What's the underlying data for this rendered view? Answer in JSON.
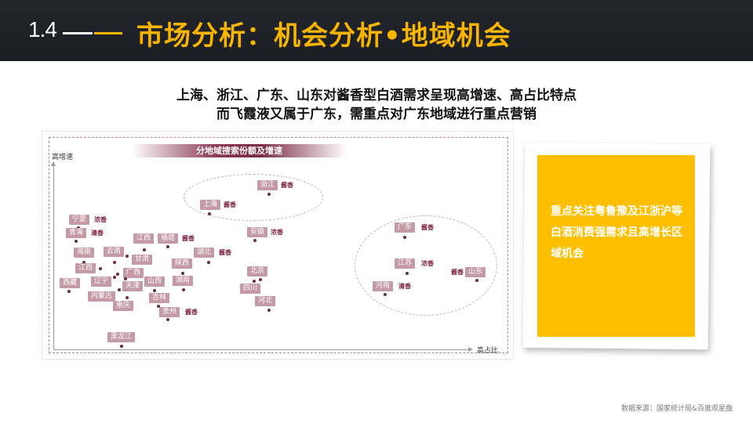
{
  "header": {
    "section_number": "1.4",
    "title": "市场分析：机会分析•地域机会",
    "accent_color": "#f7b500",
    "background_color": "#1f2128"
  },
  "subtitle": {
    "line1": "上海、浙江、广东、山东对酱香型白酒需求呈现高增速、高占比特点",
    "line2": "而飞霞液又属于广东，需重点对广东地域进行重点营销"
  },
  "chart": {
    "banner_title": "分地域搜索份额及增速",
    "y_axis_label": "高增速",
    "x_axis_label": "高占比"
  },
  "chart_data": {
    "type": "scatter",
    "title": "分地域搜索份额及增速",
    "xlabel": "高占比",
    "ylabel": "高增速",
    "grid": false,
    "points": [
      {
        "name": "浙江",
        "aroma": "酱香",
        "x": 0.52,
        "y": 0.83,
        "group": "highlight-top"
      },
      {
        "name": "上海",
        "aroma": "酱香",
        "x": 0.4,
        "y": 0.73,
        "group": "highlight-top"
      },
      {
        "name": "宁夏",
        "aroma": "浓香",
        "x": 0.07,
        "y": 0.65
      },
      {
        "name": "青海",
        "aroma": "清香",
        "x": 0.06,
        "y": 0.59
      },
      {
        "name": "江西",
        "aroma": "",
        "x": 0.21,
        "y": 0.53
      },
      {
        "name": "福建",
        "aroma": "酱香",
        "x": 0.26,
        "y": 0.56
      },
      {
        "name": "安徽",
        "aroma": "浓香",
        "x": 0.5,
        "y": 0.58
      },
      {
        "name": "海南",
        "aroma": "",
        "x": 0.08,
        "y": 0.49
      },
      {
        "name": "云南",
        "aroma": "",
        "x": 0.14,
        "y": 0.49
      },
      {
        "name": "甘肃",
        "aroma": "",
        "x": 0.19,
        "y": 0.5
      },
      {
        "name": "湖北",
        "aroma": "酱香",
        "x": 0.37,
        "y": 0.46
      },
      {
        "name": "江西",
        "aroma": "",
        "x": 0.11,
        "y": 0.44
      },
      {
        "name": "陕西",
        "aroma": "",
        "x": 0.3,
        "y": 0.42
      },
      {
        "name": "广西",
        "aroma": "",
        "x": 0.16,
        "y": 0.4
      },
      {
        "name": "辽宁",
        "aroma": "",
        "x": 0.14,
        "y": 0.39
      },
      {
        "name": "西藏",
        "aroma": "",
        "x": 0.03,
        "y": 0.33
      },
      {
        "name": "天津",
        "aroma": "",
        "x": 0.17,
        "y": 0.36
      },
      {
        "name": "山西",
        "aroma": "",
        "x": 0.23,
        "y": 0.32
      },
      {
        "name": "湖南",
        "aroma": "",
        "x": 0.3,
        "y": 0.32
      },
      {
        "name": "内蒙古",
        "aroma": "",
        "x": 0.15,
        "y": 0.3
      },
      {
        "name": "重庆",
        "aroma": "",
        "x": 0.17,
        "y": 0.28
      },
      {
        "name": "吉林",
        "aroma": "",
        "x": 0.24,
        "y": 0.25
      },
      {
        "name": "贵州",
        "aroma": "酱香",
        "x": 0.27,
        "y": 0.2
      },
      {
        "name": "北京",
        "aroma": "",
        "x": 0.48,
        "y": 0.37
      },
      {
        "name": "四川",
        "aroma": "",
        "x": 0.46,
        "y": 0.36
      },
      {
        "name": "河北",
        "aroma": "",
        "x": 0.5,
        "y": 0.22
      },
      {
        "name": "黑龙江",
        "aroma": "",
        "x": 0.16,
        "y": 0.04
      },
      {
        "name": "广东",
        "aroma": "酱香",
        "x": 0.8,
        "y": 0.58,
        "group": "highlight-right"
      },
      {
        "name": "江苏",
        "aroma": "浓香",
        "x": 0.8,
        "y": 0.4,
        "group": "highlight-right"
      },
      {
        "name": "山东",
        "aroma": "酱香",
        "x": 0.95,
        "y": 0.36,
        "group": "highlight-right"
      },
      {
        "name": "河南",
        "aroma": "清香",
        "x": 0.75,
        "y": 0.29,
        "group": "highlight-right"
      }
    ]
  },
  "callout": {
    "text": "重点关注粤鲁豫及江浙沪等白酒消费强需求且高增长区域机会",
    "background_color": "#fdbf00"
  },
  "footer": {
    "source": "数据来源：国家统计局&百度观星盘"
  },
  "tags": [
    {
      "label": "浙江",
      "aroma": "酱香"
    },
    {
      "label": "上海",
      "aroma": "酱香"
    },
    {
      "label": "宁夏",
      "aroma": "浓香"
    },
    {
      "label": "青海",
      "aroma": "清香"
    },
    {
      "label": "江西",
      "aroma": ""
    },
    {
      "label": "福建",
      "aroma": "酱香"
    },
    {
      "label": "安徽",
      "aroma": "浓香"
    },
    {
      "label": "海南",
      "aroma": ""
    },
    {
      "label": "云南",
      "aroma": ""
    },
    {
      "label": "甘肃",
      "aroma": ""
    },
    {
      "label": "湖北",
      "aroma": "酱香"
    },
    {
      "label": "江西",
      "aroma": ""
    },
    {
      "label": "陕西",
      "aroma": ""
    },
    {
      "label": "广西",
      "aroma": ""
    },
    {
      "label": "辽宁",
      "aroma": ""
    },
    {
      "label": "西藏",
      "aroma": ""
    },
    {
      "label": "天津",
      "aroma": ""
    },
    {
      "label": "山西",
      "aroma": ""
    },
    {
      "label": "湖南",
      "aroma": ""
    },
    {
      "label": "内蒙古",
      "aroma": ""
    },
    {
      "label": "重庆",
      "aroma": ""
    },
    {
      "label": "吉林",
      "aroma": ""
    },
    {
      "label": "贵州",
      "aroma": "酱香"
    },
    {
      "label": "北京",
      "aroma": ""
    },
    {
      "label": "四川",
      "aroma": ""
    },
    {
      "label": "河北",
      "aroma": ""
    },
    {
      "label": "黑龙江",
      "aroma": ""
    },
    {
      "label": "广东",
      "aroma": "酱香"
    },
    {
      "label": "江苏",
      "aroma": "浓香"
    },
    {
      "label": "山东",
      "aroma": "酱香"
    },
    {
      "label": "河南",
      "aroma": "清香"
    }
  ]
}
